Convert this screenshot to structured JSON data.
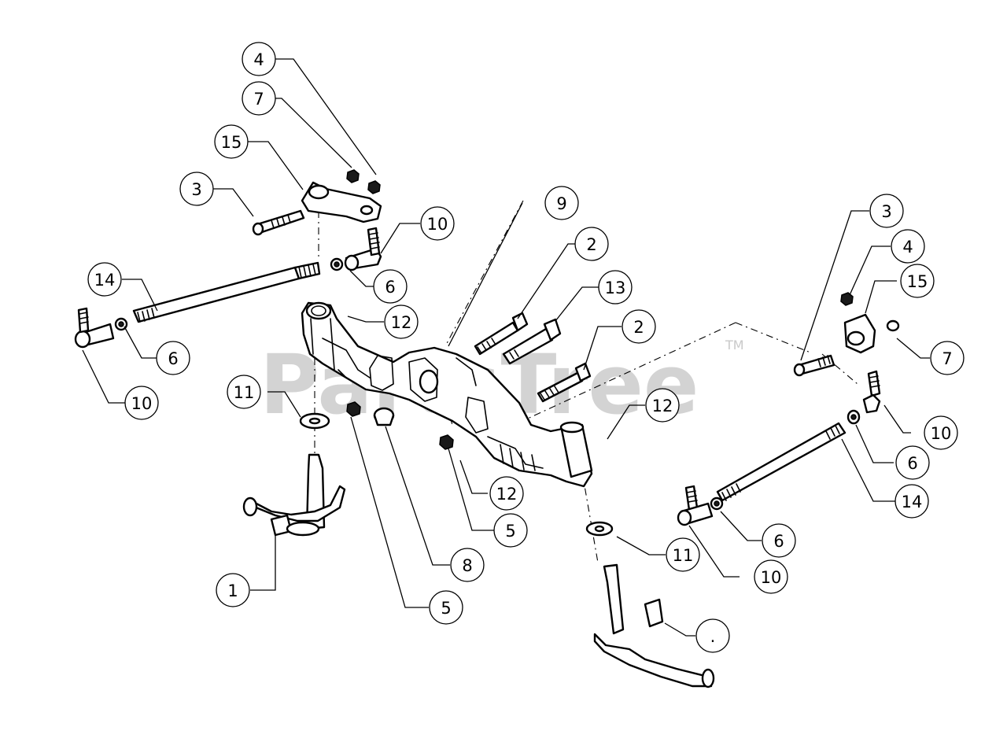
{
  "watermark": {
    "text": "PartsTree",
    "trademark": "TM",
    "color": "#c9c9c9"
  },
  "callouts": [
    {
      "id": "c-4a",
      "label": "4"
    },
    {
      "id": "c-7a",
      "label": "7"
    },
    {
      "id": "c-15a",
      "label": "15"
    },
    {
      "id": "c-3a",
      "label": "3"
    },
    {
      "id": "c-9",
      "label": "9"
    },
    {
      "id": "c-10a",
      "label": "10"
    },
    {
      "id": "c-2a",
      "label": "2"
    },
    {
      "id": "c-14a",
      "label": "14"
    },
    {
      "id": "c-6a",
      "label": "6"
    },
    {
      "id": "c-13",
      "label": "13"
    },
    {
      "id": "c-12a",
      "label": "12"
    },
    {
      "id": "c-2b",
      "label": "2"
    },
    {
      "id": "c-6b",
      "label": "6"
    },
    {
      "id": "c-10b",
      "label": "10"
    },
    {
      "id": "c-11a",
      "label": "11"
    },
    {
      "id": "c-12b",
      "label": "12"
    },
    {
      "id": "c-12c",
      "label": "12"
    },
    {
      "id": "c-5a",
      "label": "5"
    },
    {
      "id": "c-1a",
      "label": "1"
    },
    {
      "id": "c-8",
      "label": "8"
    },
    {
      "id": "c-5b",
      "label": "5"
    },
    {
      "id": "c-11b",
      "label": "11"
    },
    {
      "id": "c-1b",
      "label": "."
    },
    {
      "id": "c-3b",
      "label": "3"
    },
    {
      "id": "c-4b",
      "label": "4"
    },
    {
      "id": "c-15b",
      "label": "15"
    },
    {
      "id": "c-7b",
      "label": "7"
    },
    {
      "id": "c-10c",
      "label": "10"
    },
    {
      "id": "c-6c",
      "label": "6"
    },
    {
      "id": "c-14b",
      "label": "14"
    },
    {
      "id": "c-6d",
      "label": "6"
    },
    {
      "id": "c-10d",
      "label": "10"
    }
  ]
}
